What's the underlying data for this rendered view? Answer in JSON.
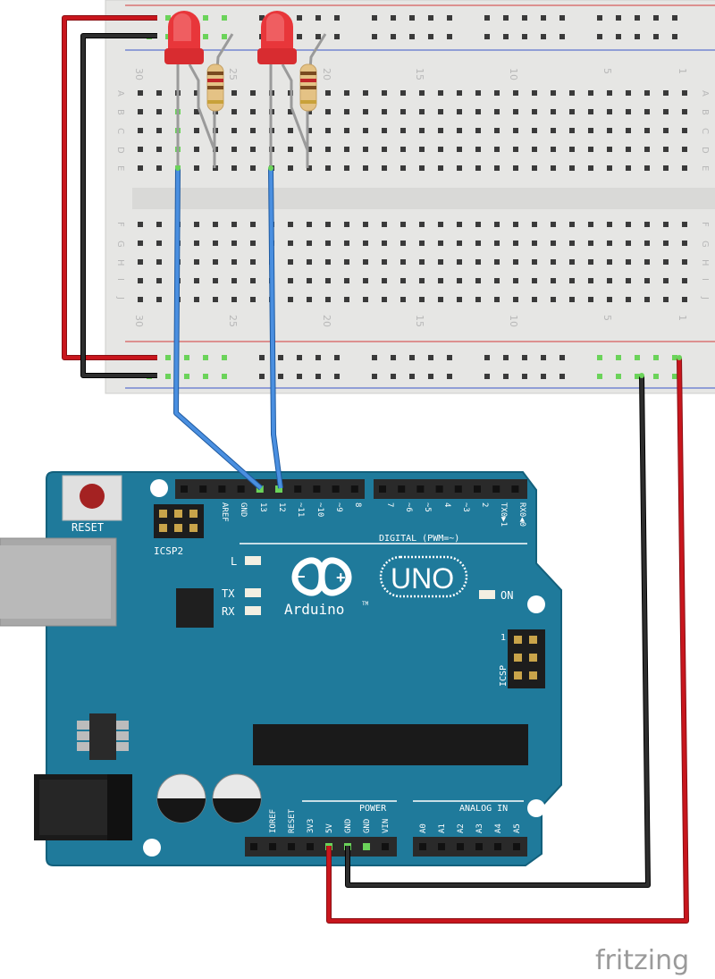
{
  "breadboard": {
    "column_numbers": [
      "30",
      "25",
      "20",
      "15",
      "10",
      "5",
      "1"
    ],
    "row_letters_top": [
      "A",
      "B",
      "C",
      "D",
      "E"
    ],
    "row_letters_bottom": [
      "F",
      "G",
      "H",
      "I",
      "J"
    ]
  },
  "arduino": {
    "reset_label": "RESET",
    "icsp2_label": "ICSP2",
    "icsp_label": "ICSP",
    "icsp_pin1_label": "1",
    "digital_label": "DIGITAL (PWM=~)",
    "led_l_label": "L",
    "tx_label": "TX",
    "rx_label": "RX",
    "on_label": "ON",
    "uno_label": "UNO",
    "brand_label": "Arduino",
    "tm_label": "TM",
    "power_label": "POWER",
    "analog_label": "ANALOG IN",
    "digital_pins": [
      "AREF",
      "GND",
      "13",
      "12",
      "~11",
      "~10",
      "~9",
      "8",
      "7",
      "~6",
      "~5",
      "4",
      "~3",
      "2",
      "TX0▶1",
      "RX0◀0"
    ],
    "power_pins": [
      "IOREF",
      "RESET",
      "3V3",
      "5V",
      "GND",
      "GND",
      "VIN"
    ],
    "analog_pins": [
      "A0",
      "A1",
      "A2",
      "A3",
      "A4",
      "A5"
    ]
  },
  "watermark": "fritzing",
  "colors": {
    "board": "#1f7a9b",
    "board_edge": "#13607c",
    "breadboard": "#e8e8e6",
    "wire_red": "#c8161d",
    "wire_black": "#222222",
    "wire_blue": "#3a7fd0",
    "led": "#e8363a"
  }
}
